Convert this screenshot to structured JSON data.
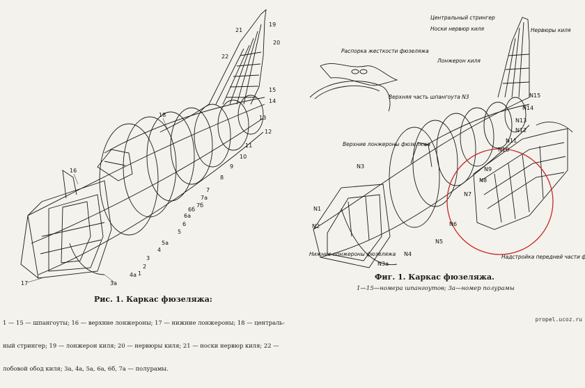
{
  "left_figure": {
    "caption_title": "Рис. 1. Каркас фюзеляжа:",
    "legend_lines": [
      "1 — 15 — шпангоуты; 16 — верхние лонжероны; 17 — нижние лонжероны; 18 — централь-",
      "ный стрингер; 19 — лонжерон киля; 20 — нервюры киля; 21 — носки нервюр киля; 22 —",
      "лобовой обод киля; 3а, 4а, 5а, 6а, 6б, 7а — полурамы."
    ],
    "part_numbers": [
      "21",
      "19",
      "20",
      "22",
      "15",
      "14",
      "13",
      "12",
      "11",
      "10",
      "9",
      "8",
      "7",
      "7а",
      "7б",
      "6б",
      "6а",
      "6",
      "5",
      "5а",
      "4",
      "4а",
      "3а",
      "3",
      "2",
      "1",
      "16",
      "17",
      "18"
    ]
  },
  "right_figure": {
    "caption_title": "Фиг. 1. Каркас фюзеляжа.",
    "caption_sub": "1—15—номера шпангоутов; 3а—номер полурамы",
    "callouts": [
      "Центральный стрингер",
      "Носки нервюр киля",
      "Нервюры киля",
      "Лонжерон киля",
      "Распорка жесткости фюзеляжа",
      "Верхняя часть шпангоута N3",
      "Верхние лонжероны фюзеляжа",
      "Нижние лонжероны фюзеляжа",
      "Надстройка передней части фюзеляжа"
    ],
    "frame_numbers": [
      "N15",
      "N14",
      "N13",
      "N12",
      "N11",
      "N10",
      "N9",
      "N8",
      "N7",
      "N6",
      "N5",
      "N4",
      "N3",
      "N3а",
      "N2",
      "N1"
    ]
  },
  "watermark": "propel.ucoz.ru",
  "colors": {
    "ink": "#1a1a1a",
    "paper": "#f4f2ec",
    "highlight": "#c62828"
  }
}
